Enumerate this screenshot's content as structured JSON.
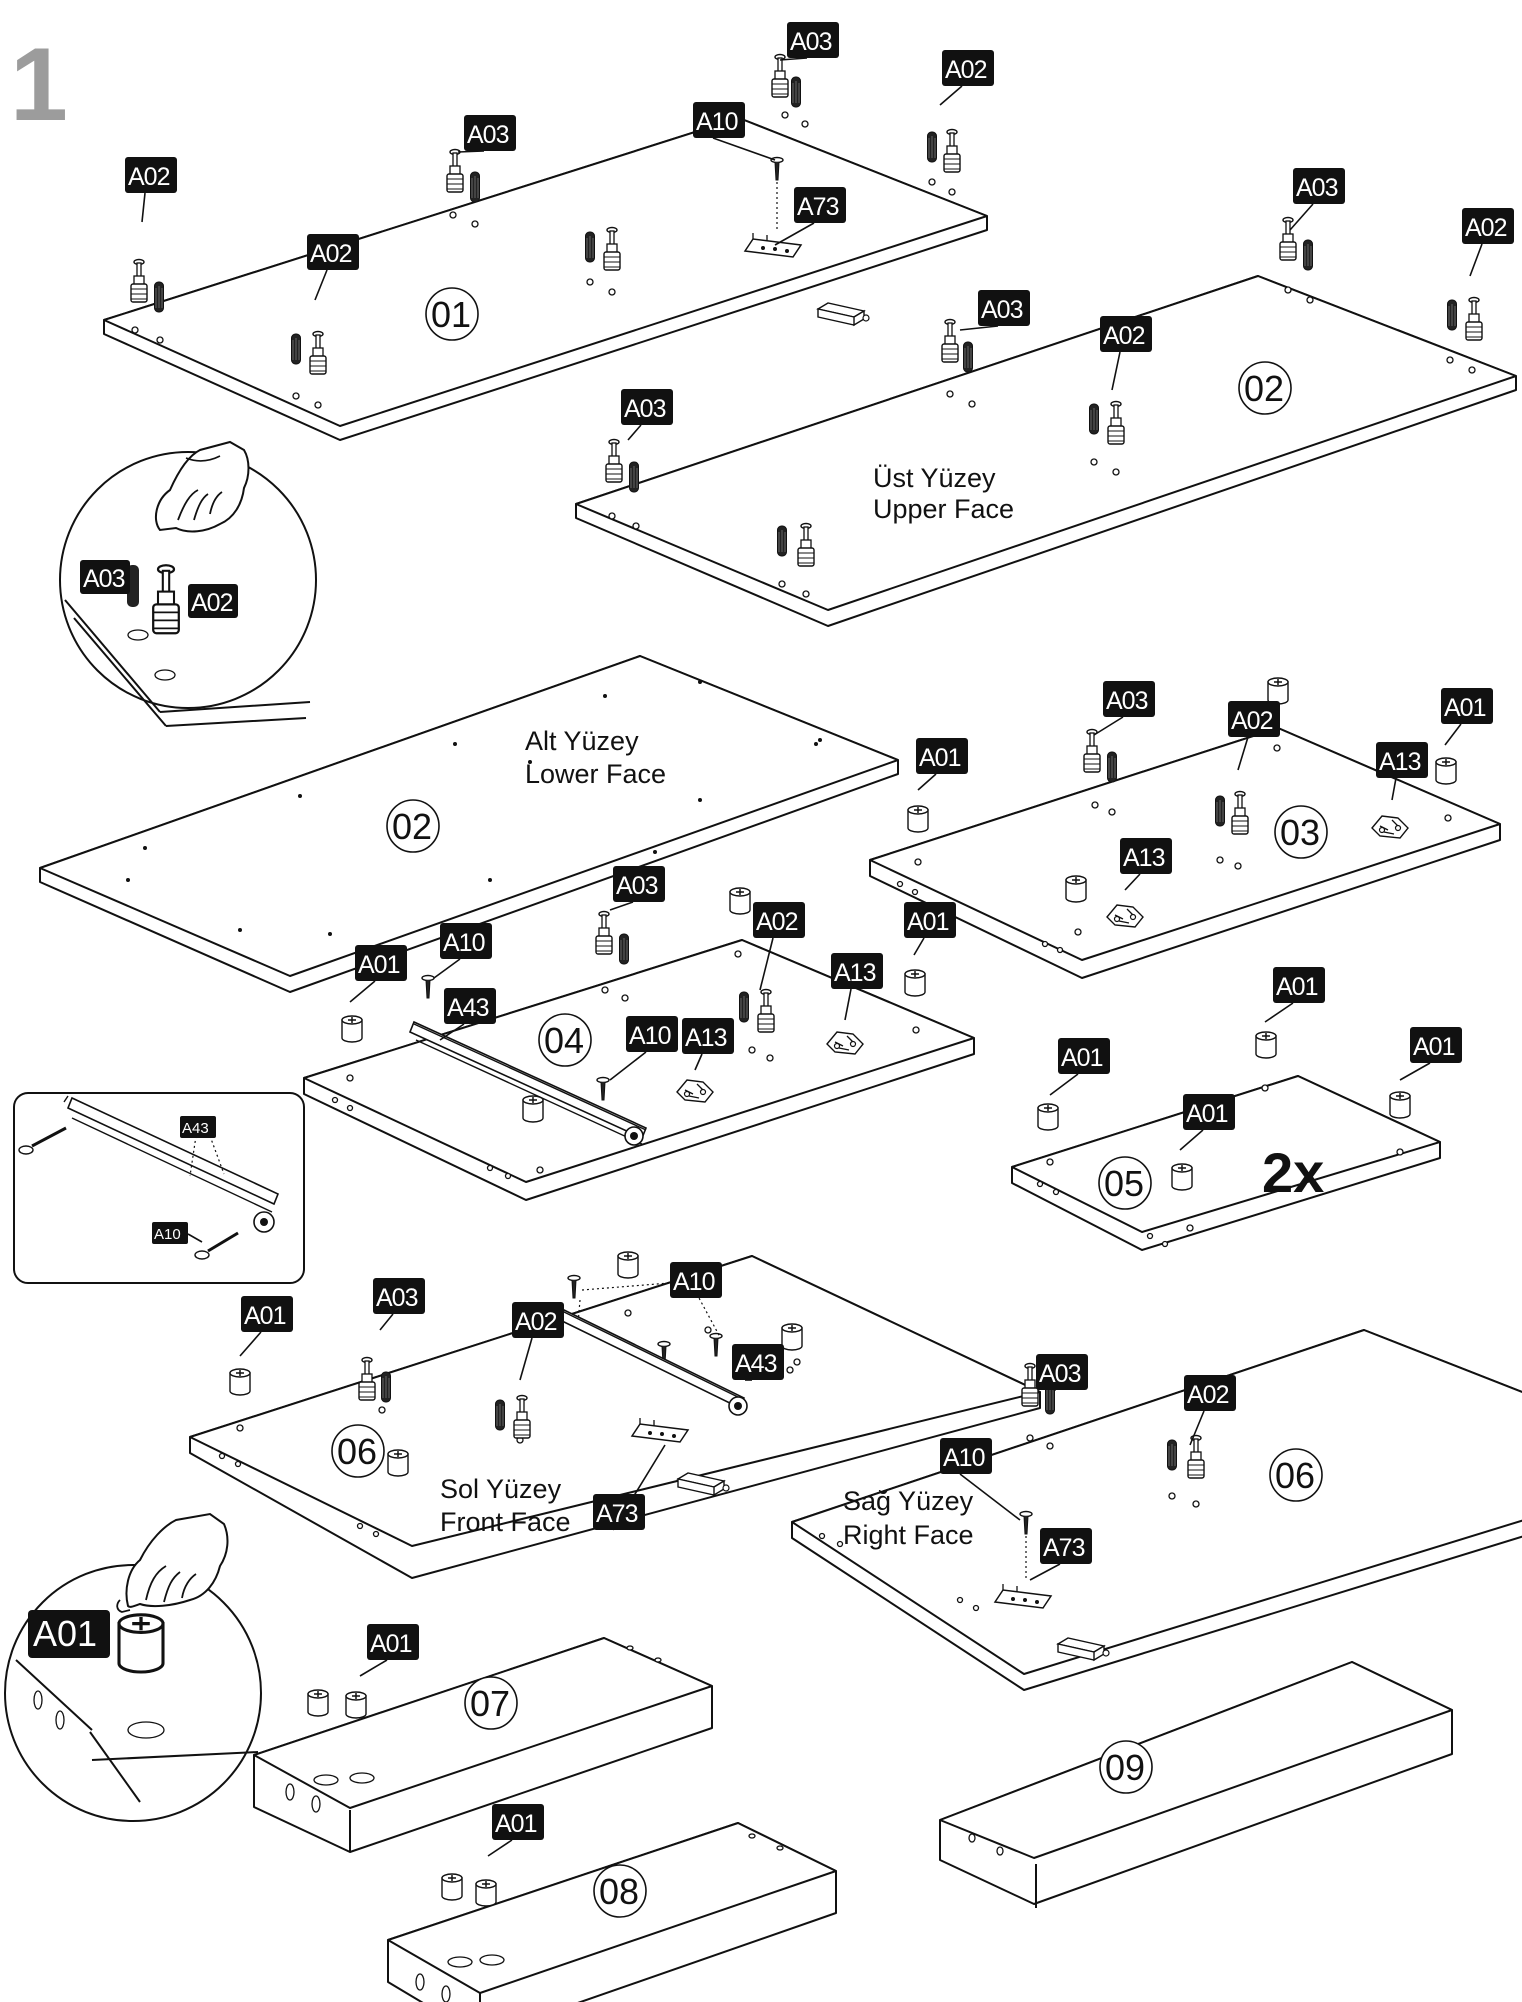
{
  "step_number": "1",
  "multiplier": "2x",
  "panel_numbers": {
    "p01": "01",
    "p02_top": "02",
    "p02_bottom": "02",
    "p03": "03",
    "p04": "04",
    "p05": "05",
    "p06_left": "06",
    "p06_right": "06",
    "p07": "07",
    "p08": "08",
    "p09": "09"
  },
  "face_labels": {
    "upper_tr": "Üst Yüzey",
    "upper_en": "Upper Face",
    "lower_tr": "Alt Yüzey",
    "lower_en": "Lower Face",
    "left_tr": "Sol Yüzey",
    "left_en": "Front Face",
    "right_tr": "Sağ Yüzey",
    "right_en": "Right Face"
  },
  "parts": {
    "A01": "A01",
    "A02": "A02",
    "A03": "A03",
    "A10": "A10",
    "A13": "A13",
    "A43": "A43",
    "A73": "A73"
  },
  "colors": {
    "tag_background": "#111111",
    "tag_text": "#ffffff",
    "step_number": "#9c9c9c",
    "line": "#111111"
  },
  "icons": [
    "hand-pressing-icon",
    "cam-lock-icon",
    "dowel-icon",
    "cam-bolt-icon",
    "screw-icon",
    "hinge-icon",
    "drawer-runner-icon",
    "bracket-icon"
  ]
}
